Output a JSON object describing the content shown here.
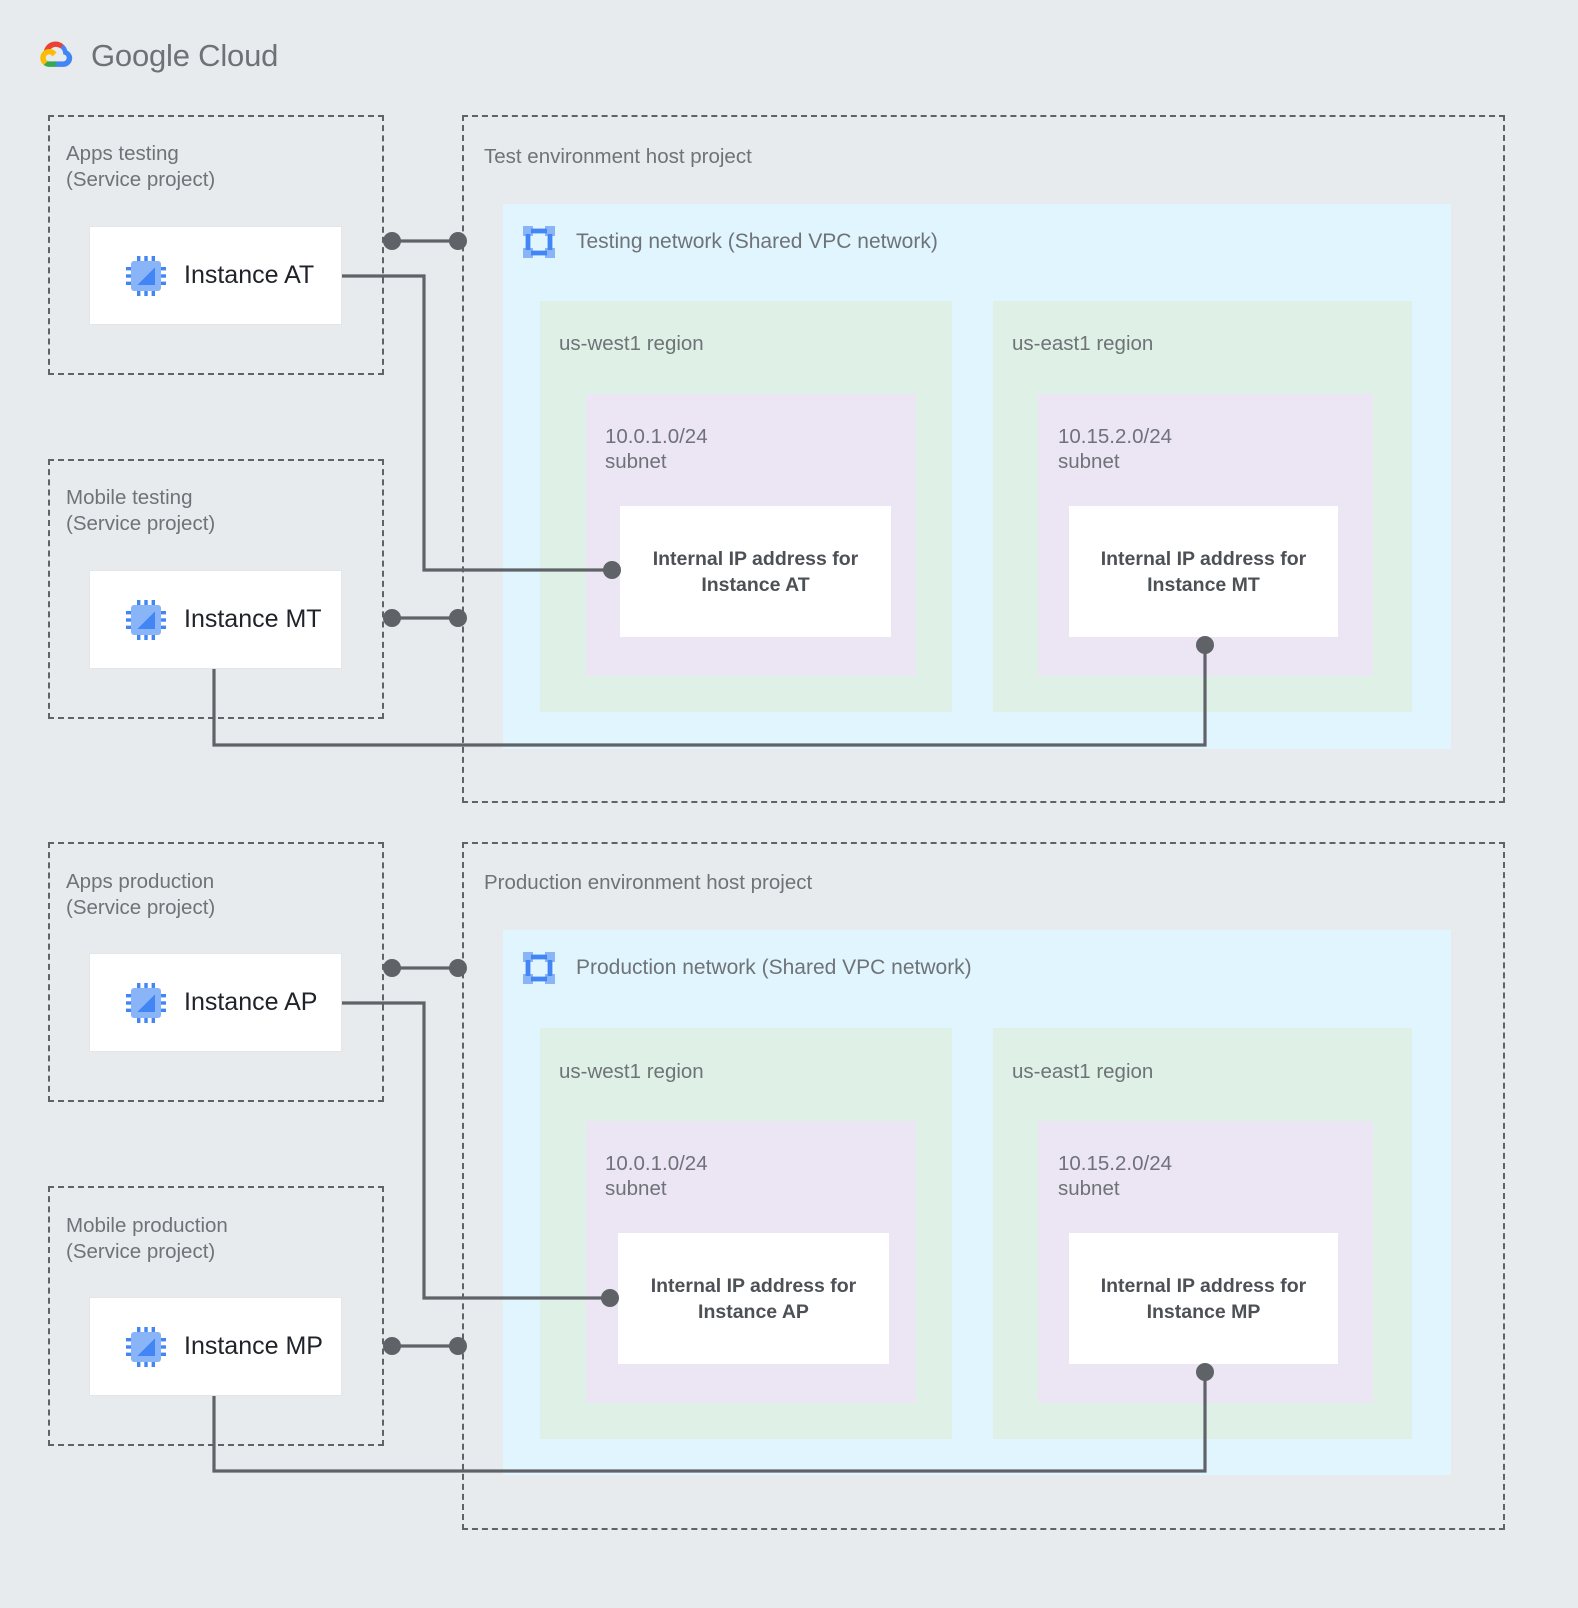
{
  "brand": {
    "name_bold": "Google",
    "name_light": " Cloud",
    "logo_icon": "google-cloud-logo",
    "colors": {
      "red": "#ea4335",
      "yellow": "#fbbc04",
      "green": "#34a853",
      "blue": "#4285f4"
    }
  },
  "palette": {
    "background": "#e8ebed",
    "project_border": "#5f6368",
    "network_fill": "#e1f5fe",
    "region_fill": "#dff1e7",
    "subnet_fill": "#ebe5f4",
    "card_fill": "#ffffff",
    "wire": "#5f6368",
    "icon_blue": "#4285f4",
    "icon_blue_light": "#8ab4f8",
    "label_text": "#6f7377",
    "card_text": "#4d5156"
  },
  "service_projects": [
    {
      "id": "apps-testing",
      "label": "Apps testing\n(Service project)",
      "instance": {
        "name": "Instance AT",
        "icon": "vm-instance-icon"
      }
    },
    {
      "id": "mobile-testing",
      "label": "Mobile testing\n(Service project)",
      "instance": {
        "name": "Instance MT",
        "icon": "vm-instance-icon"
      }
    },
    {
      "id": "apps-production",
      "label": "Apps production\n(Service project)",
      "instance": {
        "name": "Instance AP",
        "icon": "vm-instance-icon"
      }
    },
    {
      "id": "mobile-production",
      "label": "Mobile production\n(Service project)",
      "instance": {
        "name": "Instance MP",
        "icon": "vm-instance-icon"
      }
    }
  ],
  "host_projects": [
    {
      "id": "test-environment",
      "label": "Test environment host project",
      "network": {
        "title": "Testing network (Shared VPC network)",
        "icon": "vpc-network-icon",
        "regions": [
          {
            "id": "test-us-west1",
            "label": "us-west1 region",
            "subnet": {
              "cidr": "10.0.1.0/24",
              "kind": "subnet",
              "label": "10.0.1.0/24\nsubnet",
              "ip_card": "Internal IP address for\nInstance AT"
            }
          },
          {
            "id": "test-us-east1",
            "label": "us-east1 region",
            "subnet": {
              "cidr": "10.15.2.0/24",
              "kind": "subnet",
              "label": "10.15.2.0/24\nsubnet",
              "ip_card": "Internal IP address for\nInstance MT"
            }
          }
        ]
      }
    },
    {
      "id": "production-environment",
      "label": "Production environment host project",
      "network": {
        "title": "Production network (Shared VPC network)",
        "icon": "vpc-network-icon",
        "regions": [
          {
            "id": "prod-us-west1",
            "label": "us-west1 region",
            "subnet": {
              "cidr": "10.0.1.0/24",
              "kind": "subnet",
              "label": "10.0.1.0/24\nsubnet",
              "ip_card": "Internal IP address for\nInstance AP"
            }
          },
          {
            "id": "prod-us-east1",
            "label": "us-east1 region",
            "subnet": {
              "cidr": "10.15.2.0/24",
              "kind": "subnet",
              "label": "10.15.2.0/24\nsubnet",
              "ip_card": "Internal IP address for\nInstance MP"
            }
          }
        ]
      }
    }
  ],
  "connections": [
    {
      "id": "at-attachment",
      "type": "service-attachment",
      "from": "apps-testing",
      "to": "test-environment"
    },
    {
      "id": "at-to-ip",
      "type": "instance-to-ip",
      "from": "Instance AT",
      "to": "Internal IP address for Instance AT"
    },
    {
      "id": "mt-attachment",
      "type": "service-attachment",
      "from": "mobile-testing",
      "to": "test-environment"
    },
    {
      "id": "mt-to-ip",
      "type": "instance-to-ip",
      "from": "Instance MT",
      "to": "Internal IP address for Instance MT"
    },
    {
      "id": "ap-attachment",
      "type": "service-attachment",
      "from": "apps-production",
      "to": "production-environment"
    },
    {
      "id": "ap-to-ip",
      "type": "instance-to-ip",
      "from": "Instance AP",
      "to": "Internal IP address for Instance AP"
    },
    {
      "id": "mp-attachment",
      "type": "service-attachment",
      "from": "mobile-production",
      "to": "production-environment"
    },
    {
      "id": "mp-to-ip",
      "type": "instance-to-ip",
      "from": "Instance MP",
      "to": "Internal IP address for Instance MP"
    }
  ]
}
